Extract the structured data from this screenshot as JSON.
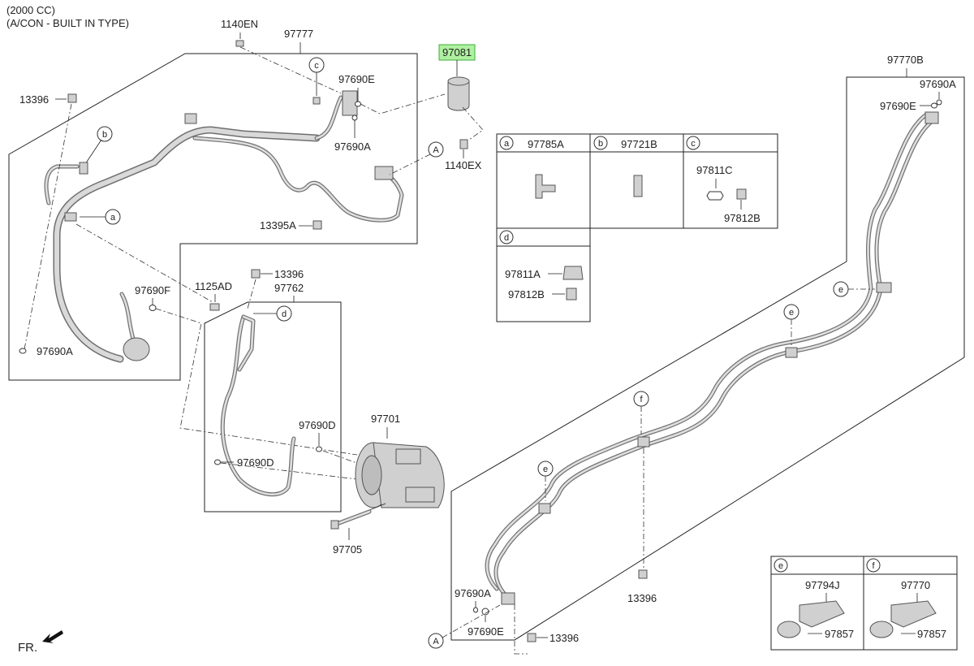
{
  "header": {
    "line1": "(2000 CC)",
    "line2": "(A/CON - BUILT IN TYPE)"
  },
  "parts": {
    "p1140EN": "1140EN",
    "p97777": "97777",
    "p97081": "97081",
    "p13396_a": "13396",
    "p97690E_a": "97690E",
    "p97690A_a": "97690A",
    "p1140EX": "1140EX",
    "p13395A": "13395A",
    "p97690F": "97690F",
    "p97690A_b": "97690A",
    "p1125AD": "1125AD",
    "p13396_b": "13396",
    "p97762": "97762",
    "p97690D_a": "97690D",
    "p97690D_b": "97690D",
    "p97701": "97701",
    "p97705": "97705",
    "p97770B": "97770B",
    "p97690A_c": "97690A",
    "p97690E_b": "97690E",
    "p97690A_d": "97690A",
    "p97690E_c": "97690E",
    "p13396_c": "13396",
    "p13396_d": "13396"
  },
  "callouts": {
    "a": "a",
    "b": "b",
    "c": "c",
    "d": "d",
    "e": "e",
    "f": "f",
    "A": "A"
  },
  "table_abc": {
    "col_a_letter": "a",
    "col_a_part": "97785A",
    "col_b_letter": "b",
    "col_b_part": "97721B",
    "col_c_letter": "c",
    "col_c_part1": "97811C",
    "col_c_part2": "97812B"
  },
  "table_d": {
    "letter": "d",
    "part1": "97811A",
    "part2": "97812B"
  },
  "table_ef": {
    "e_letter": "e",
    "e_part1": "97794J",
    "e_part2": "97857",
    "f_letter": "f",
    "f_part1": "97770",
    "f_part2": "97857"
  },
  "footer": {
    "direction": "FR."
  },
  "colors": {
    "highlight": "#aef0a0",
    "highlight_border": "#3fae3f"
  }
}
